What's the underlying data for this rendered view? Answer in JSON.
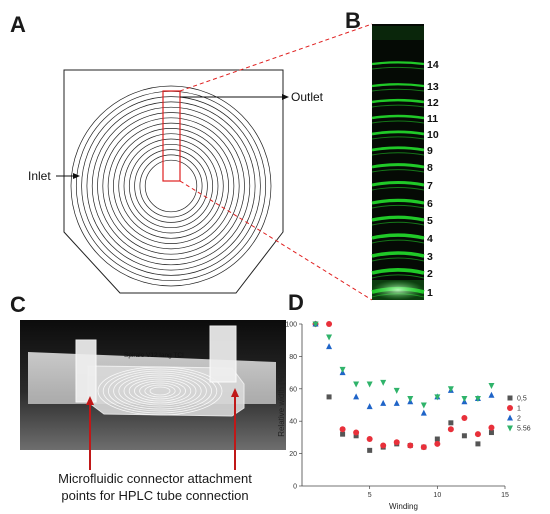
{
  "panels": {
    "a": {
      "letter": "A",
      "inlet_label": "Inlet",
      "outlet_label": "Outlet"
    },
    "b": {
      "letter": "B",
      "winding_numbers": [
        "14",
        "13",
        "12",
        "11",
        "10",
        "9",
        "8",
        "7",
        "6",
        "5",
        "4",
        "3",
        "2",
        "1"
      ]
    },
    "c": {
      "letter": "C",
      "chip_text": "Spirale V12 lang   TCI",
      "caption_line1": "Microfluidic connector attachment",
      "caption_line2": "points for HPLC tube connection"
    },
    "d": {
      "letter": "D"
    }
  },
  "colors": {
    "series_0_5": "#555555",
    "series_1": "#e8303a",
    "series_2": "#1f64c8",
    "series_5_56": "#2fb36a",
    "fluorescence": "#22d42a"
  },
  "chart_data": {
    "type": "scatter",
    "xlabel": "Winding",
    "ylabel": "Relative width [%]",
    "xlim": [
      0,
      15
    ],
    "ylim": [
      0,
      100
    ],
    "xticks": [
      "5",
      "10",
      "15"
    ],
    "yticks": [
      "0",
      "20",
      "40",
      "60",
      "80",
      "100"
    ],
    "legend_position": "right",
    "series": [
      {
        "name": "0,5",
        "marker": "square",
        "x": [
          1,
          2,
          3,
          4,
          5,
          6,
          7,
          8,
          9,
          10,
          11,
          12,
          13,
          14
        ],
        "y": [
          100,
          55,
          32,
          31,
          22,
          24,
          26,
          25,
          24,
          29,
          39,
          31,
          26,
          33
        ]
      },
      {
        "name": "1",
        "marker": "circle",
        "x": [
          1,
          2,
          3,
          4,
          5,
          6,
          7,
          8,
          9,
          10,
          11,
          12,
          13,
          14
        ],
        "y": [
          100,
          100,
          35,
          33,
          29,
          25,
          27,
          25,
          24,
          26,
          35,
          42,
          32,
          36
        ]
      },
      {
        "name": "2",
        "marker": "triangle-up",
        "x": [
          1,
          2,
          3,
          4,
          5,
          6,
          7,
          8,
          9,
          10,
          11,
          12,
          13,
          14
        ],
        "y": [
          100,
          86,
          70,
          55,
          49,
          51,
          51,
          52,
          45,
          55,
          59,
          52,
          54,
          56
        ]
      },
      {
        "name": "5.56",
        "marker": "triangle-down",
        "x": [
          1,
          2,
          3,
          4,
          5,
          6,
          7,
          8,
          9,
          10,
          11,
          12,
          13,
          14
        ],
        "y": [
          100,
          92,
          72,
          63,
          63,
          64,
          59,
          54,
          50,
          55,
          60,
          54,
          54,
          62
        ]
      }
    ]
  }
}
